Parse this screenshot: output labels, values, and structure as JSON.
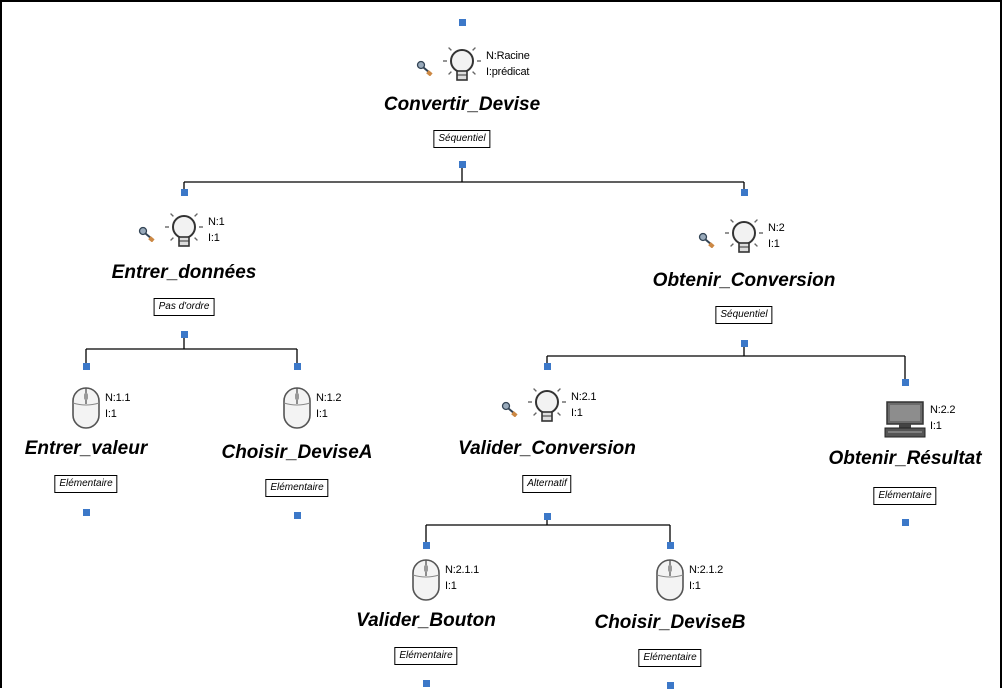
{
  "diagram": {
    "nodes": [
      {
        "id": "root",
        "icon": "lightbulb-icon",
        "tool": "key-icon",
        "n": "N:Racine",
        "i": "I:prédicat",
        "title": "Convertir_Devise",
        "op": "Séquentiel"
      },
      {
        "id": "n1",
        "icon": "lightbulb-icon",
        "tool": "key-icon",
        "n": "N:1",
        "i": "I:1",
        "title": "Entrer_données",
        "op": "Pas d'ordre"
      },
      {
        "id": "n2",
        "icon": "lightbulb-icon",
        "tool": "key-icon",
        "n": "N:2",
        "i": "I:1",
        "title": "Obtenir_Conversion",
        "op": "Séquentiel"
      },
      {
        "id": "n11",
        "icon": "mouse-icon",
        "n": "N:1.1",
        "i": "I:1",
        "title": "Entrer_valeur",
        "op": "Elémentaire"
      },
      {
        "id": "n12",
        "icon": "mouse-icon",
        "n": "N:1.2",
        "i": "I:1",
        "title": "Choisir_DeviseA",
        "op": "Elémentaire"
      },
      {
        "id": "n21",
        "icon": "lightbulb-icon",
        "tool": "key-icon",
        "n": "N:2.1",
        "i": "I:1",
        "title": "Valider_Conversion",
        "op": "Alternatif"
      },
      {
        "id": "n22",
        "icon": "computer-icon",
        "n": "N:2.2",
        "i": "I:1",
        "title": "Obtenir_Résultat",
        "op": "Elémentaire"
      },
      {
        "id": "n211",
        "icon": "mouse-icon",
        "n": "N:2.1.1",
        "i": "I:1",
        "title": "Valider_Bouton",
        "op": "Elémentaire"
      },
      {
        "id": "n212",
        "icon": "mouse-icon",
        "n": "N:2.1.2",
        "i": "I:1",
        "title": "Choisir_DeviseB",
        "op": "Elémentaire"
      }
    ],
    "edges": [
      {
        "from": "root",
        "to": [
          "n1",
          "n2"
        ]
      },
      {
        "from": "n1",
        "to": [
          "n11",
          "n12"
        ]
      },
      {
        "from": "n2",
        "to": [
          "n21",
          "n22"
        ]
      },
      {
        "from": "n21",
        "to": [
          "n211",
          "n212"
        ]
      }
    ]
  }
}
